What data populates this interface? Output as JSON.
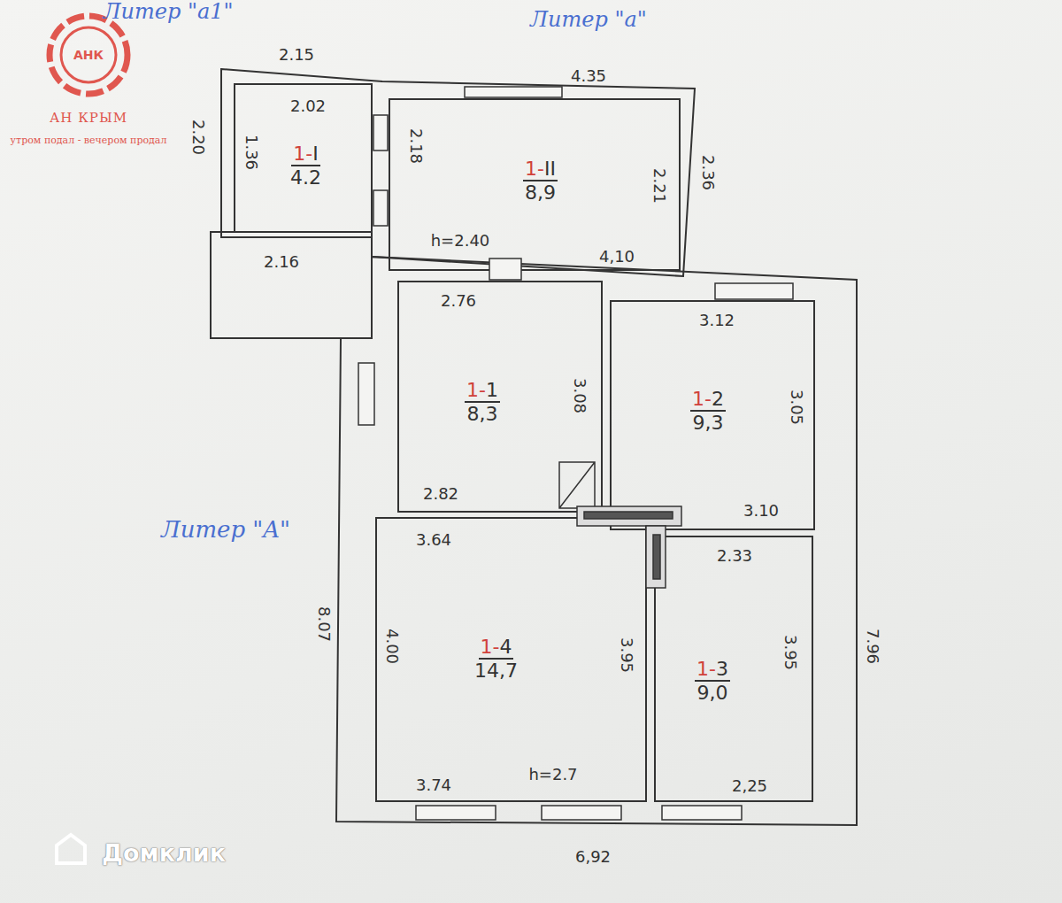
{
  "diagram": {
    "nodes": [
      {
        "text": [
          "1-I",
          "4.2"
        ]
      },
      {
        "text": [
          "1-II",
          "8,9"
        ]
      },
      {
        "text": [
          "1-1",
          "8,3"
        ]
      },
      {
        "text": [
          "1-2",
          "9,3"
        ]
      },
      {
        "text": [
          "1-4",
          "14,7"
        ]
      },
      {
        "text": [
          "1-3",
          "9,0"
        ]
      }
    ],
    "labels": [
      "АНК",
      "АН КРЫМ",
      "утром подал - вечером продал",
      "Литер \"а1\"",
      "Литер \"а\"",
      "2.15",
      "2.20",
      "2.02",
      "1.36",
      "2.18",
      "4.35",
      "2.36",
      "2.21",
      "h=2.40",
      "4,10",
      "2.16",
      "2.76",
      "3.08",
      "3.12",
      "3.05",
      "Литер \"A\"",
      "2.82",
      "3.10",
      "3.64",
      "2.33",
      "8.07",
      "4.00",
      "3.95",
      "3.95",
      "7.96",
      "h=2.7",
      "3.74",
      "2,25",
      "6,92",
      "Домклик"
    ]
  }
}
